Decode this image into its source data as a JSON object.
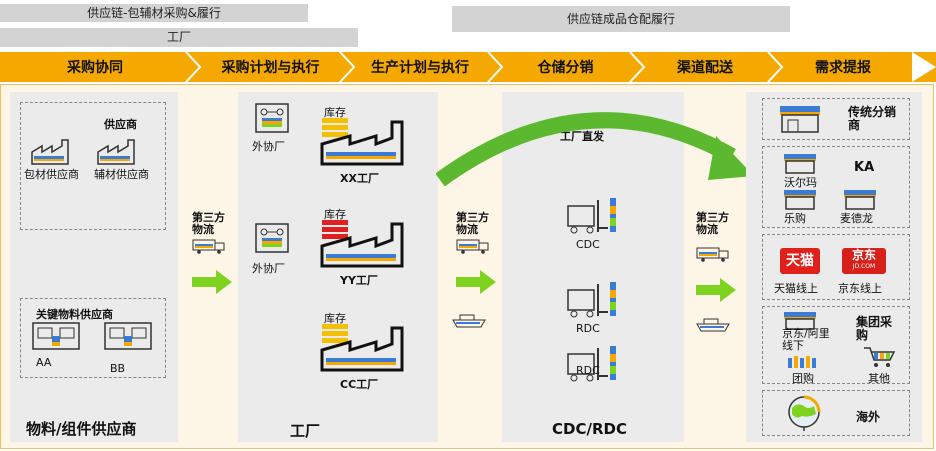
{
  "header": {
    "supply_chain_material": "供应链-包辅材采购&履行",
    "supply_chain_finished": "供应链成品仓配履行",
    "factory": "工厂"
  },
  "stages": [
    "采购协同",
    "采购计划与执行",
    "生产计划与执行",
    "仓储分销",
    "渠道配送",
    "需求提报"
  ],
  "suppliers": {
    "group_label": "供应商",
    "packaging": "包材供应商",
    "auxiliary": "辅材供应商",
    "key_label": "关键物料供应商",
    "aa": "AA",
    "bb": "BB",
    "footer": "物料/组件供应商"
  },
  "logistics": {
    "third_party_1": "第三方物流",
    "third_party_2": "第三方物流",
    "third_party_3": "第三方物流"
  },
  "factory_panel": {
    "outsource_1": "外协厂",
    "outsource_2": "外协厂",
    "inventory_1": "库存",
    "inventory_2": "库存",
    "inventory_3": "库存",
    "xx": "XX工厂",
    "yy": "YY工厂",
    "cc": "CC工厂",
    "footer": "工厂"
  },
  "warehouse": {
    "direct": "工厂直发",
    "cdc": "CDC",
    "rdc_1": "RDC",
    "rdc_2": "RDC",
    "footer": "CDC/RDC"
  },
  "demand": {
    "traditional": "传统分销商",
    "ka": "KA",
    "walmart": "沃尔玛",
    "legou": "乐购",
    "metro": "麦德龙",
    "tmall_logo": "天猫",
    "jd_logo": "京东",
    "jd_sub": "JD.COM",
    "tmall_online": "天猫线上",
    "jd_online": "京东线上",
    "jd_ali_offline": "京东/阿里线下",
    "group_buy": "团购",
    "group_purchase": "集团采购",
    "other": "其他",
    "overseas": "海外"
  },
  "colors": {
    "banner": "#f5a800",
    "arrow_green": "#7ed321",
    "arc_green": "#5cb82e",
    "tmall_red": "#e0201b",
    "jd_red": "#d8201a",
    "stock_red": "#e02020",
    "stock_yellow": "#f5c000"
  }
}
